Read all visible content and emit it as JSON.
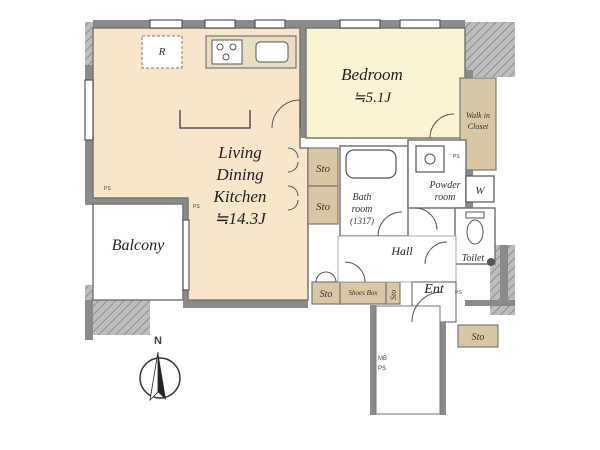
{
  "rooms": {
    "ldk_line1": "Living",
    "ldk_line2": "Dining",
    "ldk_line3": "Kitchen",
    "ldk_area": "≒14.3J",
    "bedroom": "Bedroom",
    "bedroom_area": "≒5.1J",
    "balcony": "Balcony",
    "walkin_line1": "Walk in",
    "walkin_line2": "Closet",
    "bath_line1": "Bath",
    "bath_line2": "room",
    "bath_size": "(1317)",
    "powder_line1": "Powder",
    "powder_line2": "room",
    "washer": "W",
    "toilet": "Toilet",
    "hall": "Hall",
    "entrance": "Ent",
    "shoes_box": "Shoes Box"
  },
  "labels": {
    "refrigerator": "R",
    "storage_upper": "Sto",
    "storage_lower": "Sto",
    "storage_entry": "Sto",
    "storage_hall": "Sto",
    "storage_outside": "Sto",
    "ps_left": "PS",
    "ps_mid": "PS",
    "ps_toilet": "PS",
    "ps_ent": "PS",
    "mb_ps_line1": "MB",
    "mb_ps_line2": "PS",
    "compass_north": "N"
  },
  "colors": {
    "ldk_floor": "#f7e6c9",
    "bedroom_floor": "#fbf4d2",
    "wet_floor": "#ffffff",
    "storage": "#d8c7a4",
    "wall": "#8a8a8a",
    "balcony_floor": "#ffffff"
  }
}
